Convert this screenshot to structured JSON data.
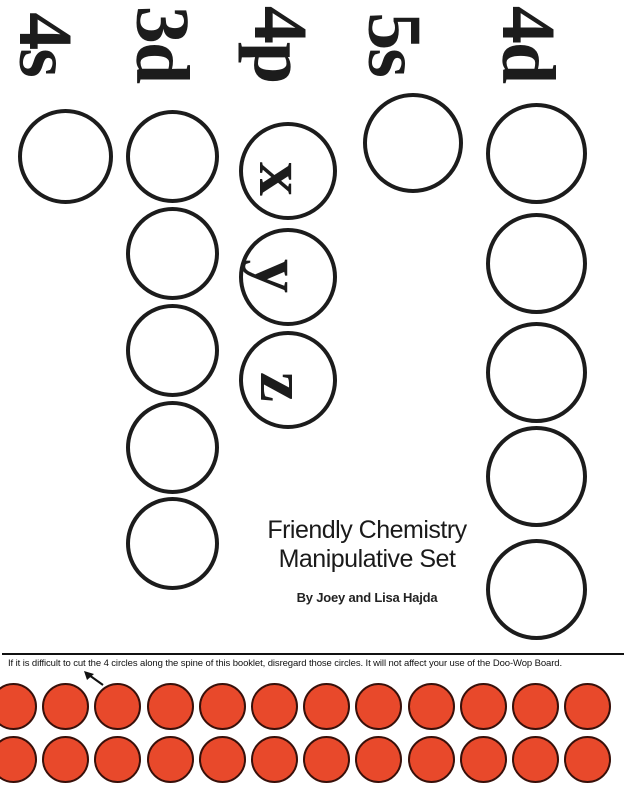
{
  "page": {
    "background": "#ffffff",
    "ink_color": "#1c1c1c"
  },
  "orbital_columns": [
    {
      "label": "4s",
      "circles": [
        {}
      ]
    },
    {
      "label": "3d",
      "circles": [
        {},
        {},
        {},
        {},
        {}
      ]
    },
    {
      "label": "4p",
      "circles": [
        {
          "letter": "x"
        },
        {
          "letter": "y"
        },
        {
          "letter": "z"
        }
      ]
    },
    {
      "label": "5s",
      "circles": [
        {}
      ]
    },
    {
      "label": "4d",
      "circles": [
        {},
        {},
        {},
        {},
        {}
      ]
    }
  ],
  "title": {
    "line1": "Friendly Chemistry",
    "line2": "Manipulative Set",
    "byline": "By Joey and Lisa Hajda"
  },
  "divider_note": "If it is difficult to cut the 4 circles along the spine of this booklet, disregard those circles.  It will not affect  your use of the Doo-Wop Board.",
  "dot_grid": {
    "rows": 2,
    "dots_per_row": 12,
    "dot_color": "#e8492b",
    "dot_outline_color": "#38100a"
  },
  "icons": {
    "cut_arrow": "up-left-arrow"
  }
}
